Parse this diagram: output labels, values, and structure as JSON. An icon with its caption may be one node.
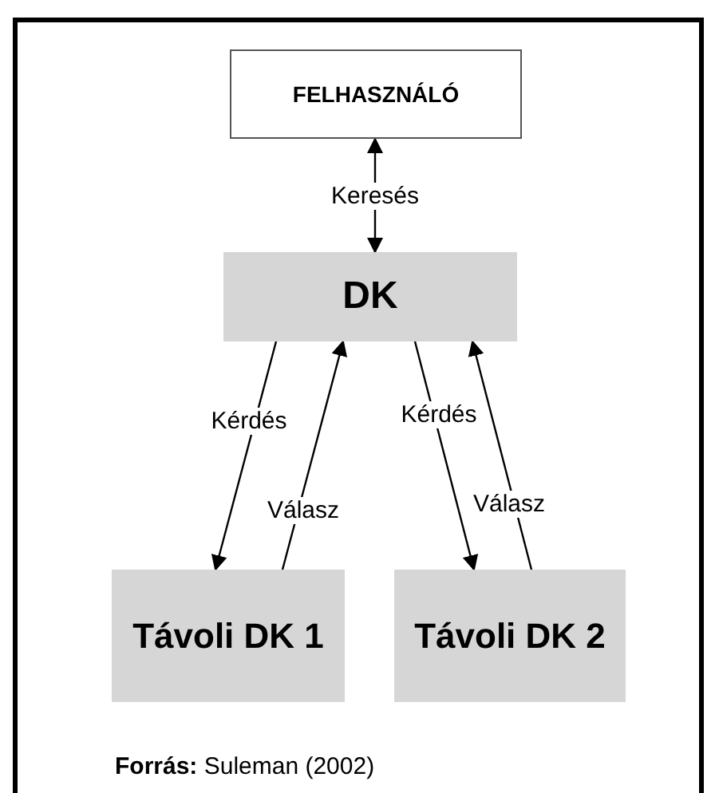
{
  "diagram": {
    "caption": "**Forrás:** Suleman (2002)",
    "nodes": [
      {
        "text": [
          "FELHASZNÁLÓ"
        ]
      },
      {
        "text": [
          "DK"
        ]
      },
      {
        "text": [
          "Távoli DK 1"
        ]
      },
      {
        "text": [
          "Távoli DK 2"
        ]
      }
    ],
    "edges": [
      {
        "from": 0,
        "to": 1,
        "arrow": "both",
        "label": "Keresés"
      },
      {
        "from": 1,
        "to": 2,
        "arrow": "to",
        "label": "Kérdés"
      },
      {
        "from": 2,
        "to": 1,
        "arrow": "to",
        "label": "Válasz"
      },
      {
        "from": 1,
        "to": 3,
        "arrow": "to",
        "label": "Kérdés"
      },
      {
        "from": 3,
        "to": 1,
        "arrow": "to",
        "label": "Válasz"
      }
    ]
  }
}
